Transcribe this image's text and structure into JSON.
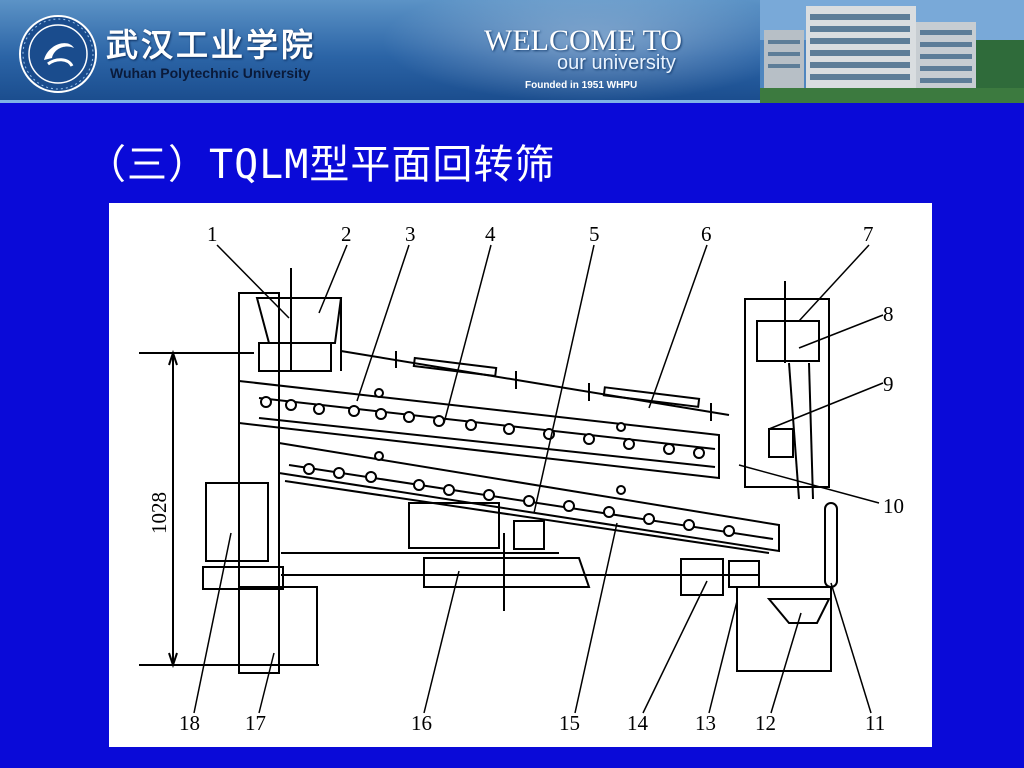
{
  "header": {
    "school_name_cn": "武汉工业学院",
    "school_name_en": "Wuhan Polytechnic University",
    "welcome_line1": "WELCOME TO",
    "welcome_line2": "our university",
    "founded": "Founded in 1951 WHPU"
  },
  "slide": {
    "title": "（三）TQLM型平面回转筛"
  },
  "diagram": {
    "dimension_label": "1028",
    "part_labels": [
      "1",
      "2",
      "3",
      "4",
      "5",
      "6",
      "7",
      "8",
      "9",
      "10",
      "11",
      "12",
      "13",
      "14",
      "15",
      "16",
      "17",
      "18"
    ]
  },
  "colors": {
    "background": "#0a0ad8",
    "header": "#2b64a6",
    "title_text": "#ffffff",
    "diagram_bg": "#ffffff"
  },
  "icons": [
    "university-logo-icon",
    "building-photo"
  ]
}
